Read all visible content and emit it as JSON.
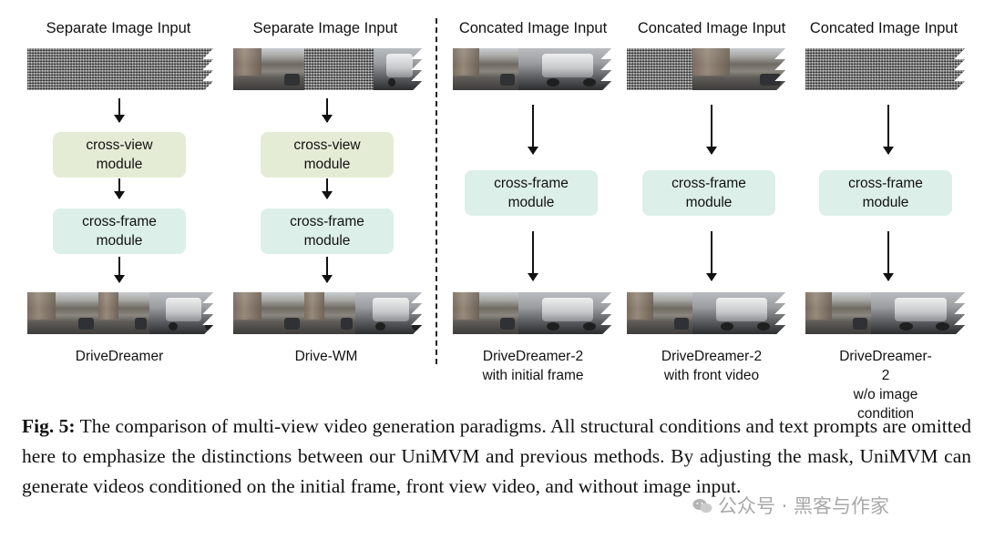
{
  "panels": [
    {
      "title": "Separate Image Input",
      "modules": [
        "cross-view\nmodule",
        "cross-frame\nmodule"
      ],
      "label": "DriveDreamer"
    },
    {
      "title": "Separate Image Input",
      "modules": [
        "cross-view\nmodule",
        "cross-frame\nmodule"
      ],
      "label": "Drive-WM"
    },
    {
      "title": "Concated Image Input",
      "modules": [
        "cross-frame\nmodule"
      ],
      "label": "DriveDreamer-2\nwith initial frame"
    },
    {
      "title": "Concated Image Input",
      "modules": [
        "cross-frame\nmodule"
      ],
      "label": "DriveDreamer-2\nwith front video"
    },
    {
      "title": "Concated Image Input",
      "modules": [
        "cross-frame\nmodule"
      ],
      "label": "DriveDreamer-2\nw/o image condition"
    }
  ],
  "caption": {
    "prefix": "Fig. 5:",
    "text": " The comparison of multi-view video generation paradigms. All structural conditions and text prompts are omitted here to emphasize the distinctions between our UniMVM and previous methods. By adjusting the mask, UniMVM can generate videos conditioned on the initial frame, front view video, and without image input."
  },
  "watermark": "公众号 · 黑客与作家",
  "colors": {
    "cross_view": "#e5ecd6",
    "cross_frame": "#dcefe8"
  }
}
